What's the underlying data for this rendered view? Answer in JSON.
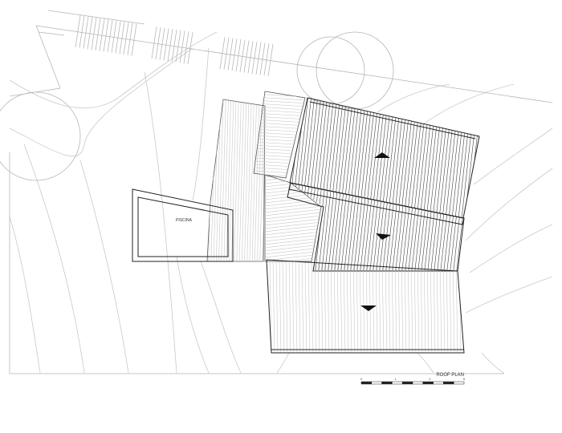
{
  "drawing": {
    "title": "ROOF PLAN",
    "pool_label": "PISCINA",
    "scale_bar": {
      "labels": [
        "0",
        "1",
        "2",
        "5"
      ],
      "segments": 10
    }
  },
  "colors": {
    "line": "#222222",
    "contour": "#c9c9c9",
    "hatch_light": "#c8c8c8",
    "hatch_dark": "#444444",
    "background": "#ffffff"
  }
}
